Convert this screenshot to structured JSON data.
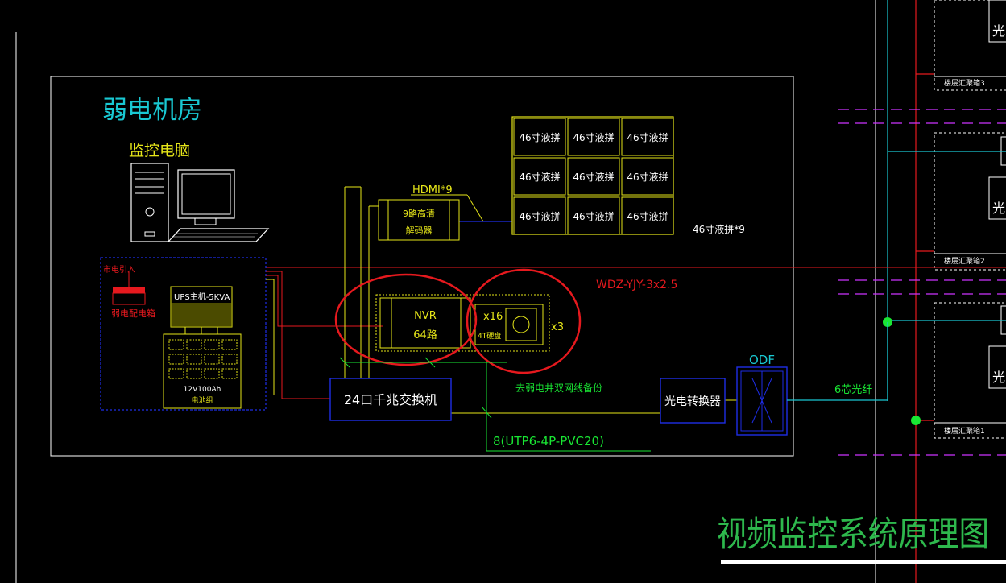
{
  "room": {
    "title": "弱电机房",
    "pc_label": "监控电脑"
  },
  "video_wall": {
    "cell_label": "46寸液拼",
    "cells": [
      "46寸液拼",
      "46寸液拼",
      "46寸液拼",
      "46寸液拼",
      "46寸液拼",
      "46寸液拼",
      "46寸液拼",
      "46寸液拼",
      "46寸液拼"
    ],
    "count_label": "46寸液拼*9"
  },
  "hdmi_label": "HDMI*9",
  "decoder": {
    "line1": "9路高清",
    "line2": "解码器"
  },
  "power_cable_label": "WDZ-YJY-3x2.5",
  "power_box": {
    "mains_label": "市电引入",
    "dist_label": "弱电配电箱",
    "ups_label": "UPS主机-5KVA",
    "battery_label": "12V100Ah",
    "battery_sub": "电池组"
  },
  "nvr": {
    "line1": "NVR",
    "line2": "64路"
  },
  "hdd": {
    "count": "x16",
    "label": "4T硬盘",
    "multiplier": "x3"
  },
  "switch_label": "24口千兆交换机",
  "backup_label": "去弱电井双网线备份",
  "utp_label": "8(UTP6-4P-PVC20)",
  "converter_label": "光电转换器",
  "odf_label": "ODF",
  "fiber_label": "6芯光纤",
  "floor_boxes": [
    "楼层汇聚箱3",
    "楼层汇聚箱2",
    "楼层汇聚箱1"
  ],
  "right_glyph": "光",
  "diagram_title": "视频监控系统原理图",
  "colors": {
    "background": "#000000",
    "frame": "#ffffff",
    "cyan": "#19c8d2",
    "yellow": "#e6e619",
    "red": "#e6191e",
    "green": "#19e633",
    "blue": "#1e2de6",
    "magenta": "#cc33ff",
    "title_green": "#2eb84d"
  }
}
